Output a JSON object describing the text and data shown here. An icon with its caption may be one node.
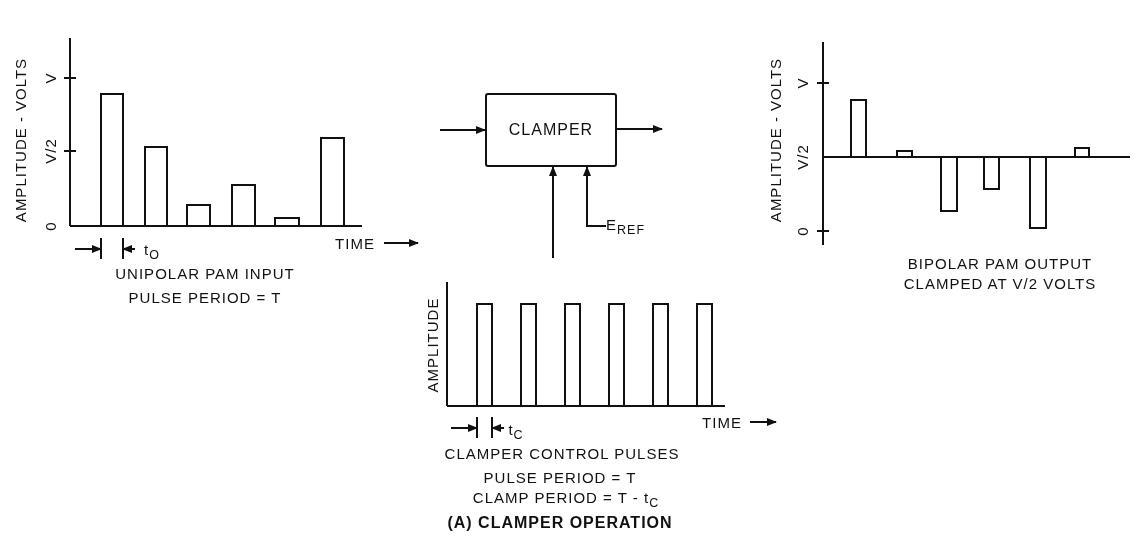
{
  "diagram": {
    "caption": "(A) CLAMPER OPERATION",
    "nodes": [
      {
        "text": [
          "CLAMPER"
        ]
      },
      {
        "text": [
          "E$_{REF}$"
        ]
      }
    ],
    "edges": [
      {
        "from": null,
        "to": 0,
        "arrow": "to"
      },
      {
        "from": 0,
        "to": null,
        "arrow": "to"
      },
      {
        "from": null,
        "to": 0,
        "arrow": "to"
      },
      {
        "from": 1,
        "to": 0,
        "arrow": "to"
      }
    ],
    "labels": [
      "AMPLITUDE - VOLTS",
      "V",
      "V/2",
      "0",
      "TIME",
      "t$_{O}$",
      "UNIPOLAR PAM INPUT",
      "PULSE PERIOD = T",
      "AMPLITUDE - VOLTS",
      "V",
      "V/2",
      "0",
      "BIPOLAR PAM OUTPUT",
      "CLAMPED AT V/2 VOLTS",
      "AMPLITUDE",
      "TIME",
      "t$_{C}$",
      "CLAMPER CONTROL PULSES",
      "PULSE PERIOD = T",
      "CLAMP PERIOD = T - t$_{C}$"
    ]
  }
}
